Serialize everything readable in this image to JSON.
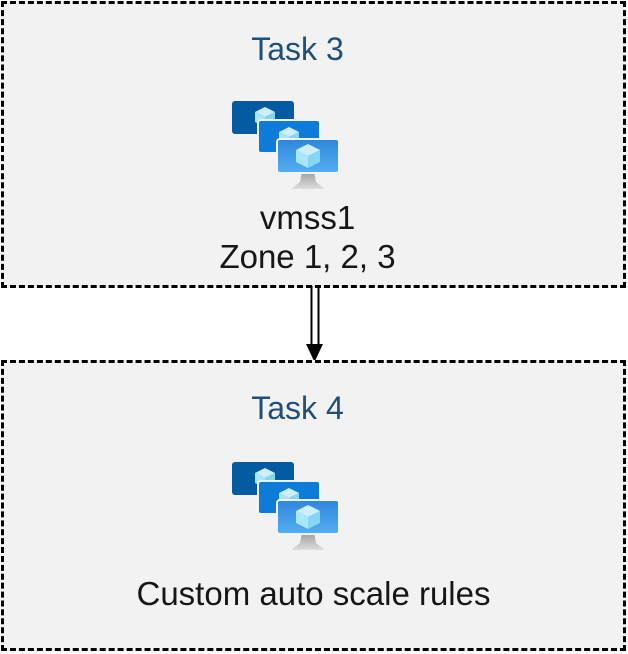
{
  "page": {
    "background": "#ffffff",
    "box_background": "#f2f2f2",
    "box_border_color": "#000000",
    "box_border_style": "dashed"
  },
  "boxes": [
    {
      "title": "Task 3",
      "icon": "vm-scale-sets-icon",
      "line1": "vmss1",
      "line2": "Zone 1, 2, 3"
    },
    {
      "title": "Task 4",
      "icon": "vm-scale-sets-icon",
      "line1": "Custom auto scale rules"
    }
  ],
  "connector": {
    "type": "double-line-arrow",
    "direction": "down",
    "color": "#000000",
    "from": "Task 3",
    "to": "Task 4"
  },
  "colors": {
    "title_text": "#1f4e79",
    "body_text": "#161616"
  },
  "icon_colors": {
    "back_screen": "#055ba1",
    "mid_screen": "#0d7cd9",
    "front_screen_top": "#2e86dc",
    "front_screen_bottom": "#55aef2",
    "cube_top": "#cdeffc",
    "cube_left": "#a9e6fa",
    "cube_right": "#86d5f3",
    "stand_top": "#9b9b9b",
    "stand_bottom": "#dedede",
    "screen_outline": "#f2f2f2"
  }
}
